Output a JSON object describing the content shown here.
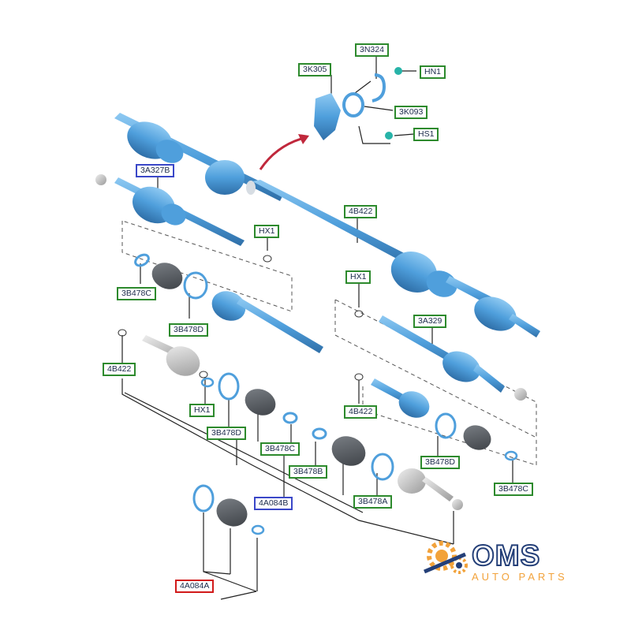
{
  "diagram": {
    "labels": {
      "l_3n324": "3N324",
      "l_3k305": "3K305",
      "l_hn1": "HN1",
      "l_3k093": "3K093",
      "l_hs1": "HS1",
      "l_3a327b": "3A327B",
      "l_hx1_top": "HX1",
      "l_4b422_top": "4B422",
      "l_3b478c_a": "3B478C",
      "l_3b478d_a": "3B478D",
      "l_hx1_mid": "HX1",
      "l_3a329": "3A329",
      "l_4b422_left": "4B422",
      "l_hx1_low": "HX1",
      "l_3b478d_b": "3B478D",
      "l_3b478c_b": "3B478C",
      "l_3b478b": "3B478B",
      "l_4a084b": "4A084B",
      "l_3b478a": "3B478A",
      "l_4b422_right": "4B422",
      "l_3b478d_c": "3B478D",
      "l_3b478c_c": "3B478C",
      "l_4a084a": "4A084A"
    },
    "colors": {
      "part": "#5aa9e6",
      "part_dark": "#2f6fa8",
      "boot": "#555a60",
      "line": "#222222",
      "arrow": "#c0283c",
      "label_green": "#2d8a2d",
      "label_blue": "#3a47c8",
      "label_red": "#d11a1a"
    }
  },
  "logo": {
    "brand": "OMS",
    "tagline": "AUTO PARTS",
    "colors": {
      "gear": "#f2a23a",
      "text": "#243f78"
    }
  }
}
